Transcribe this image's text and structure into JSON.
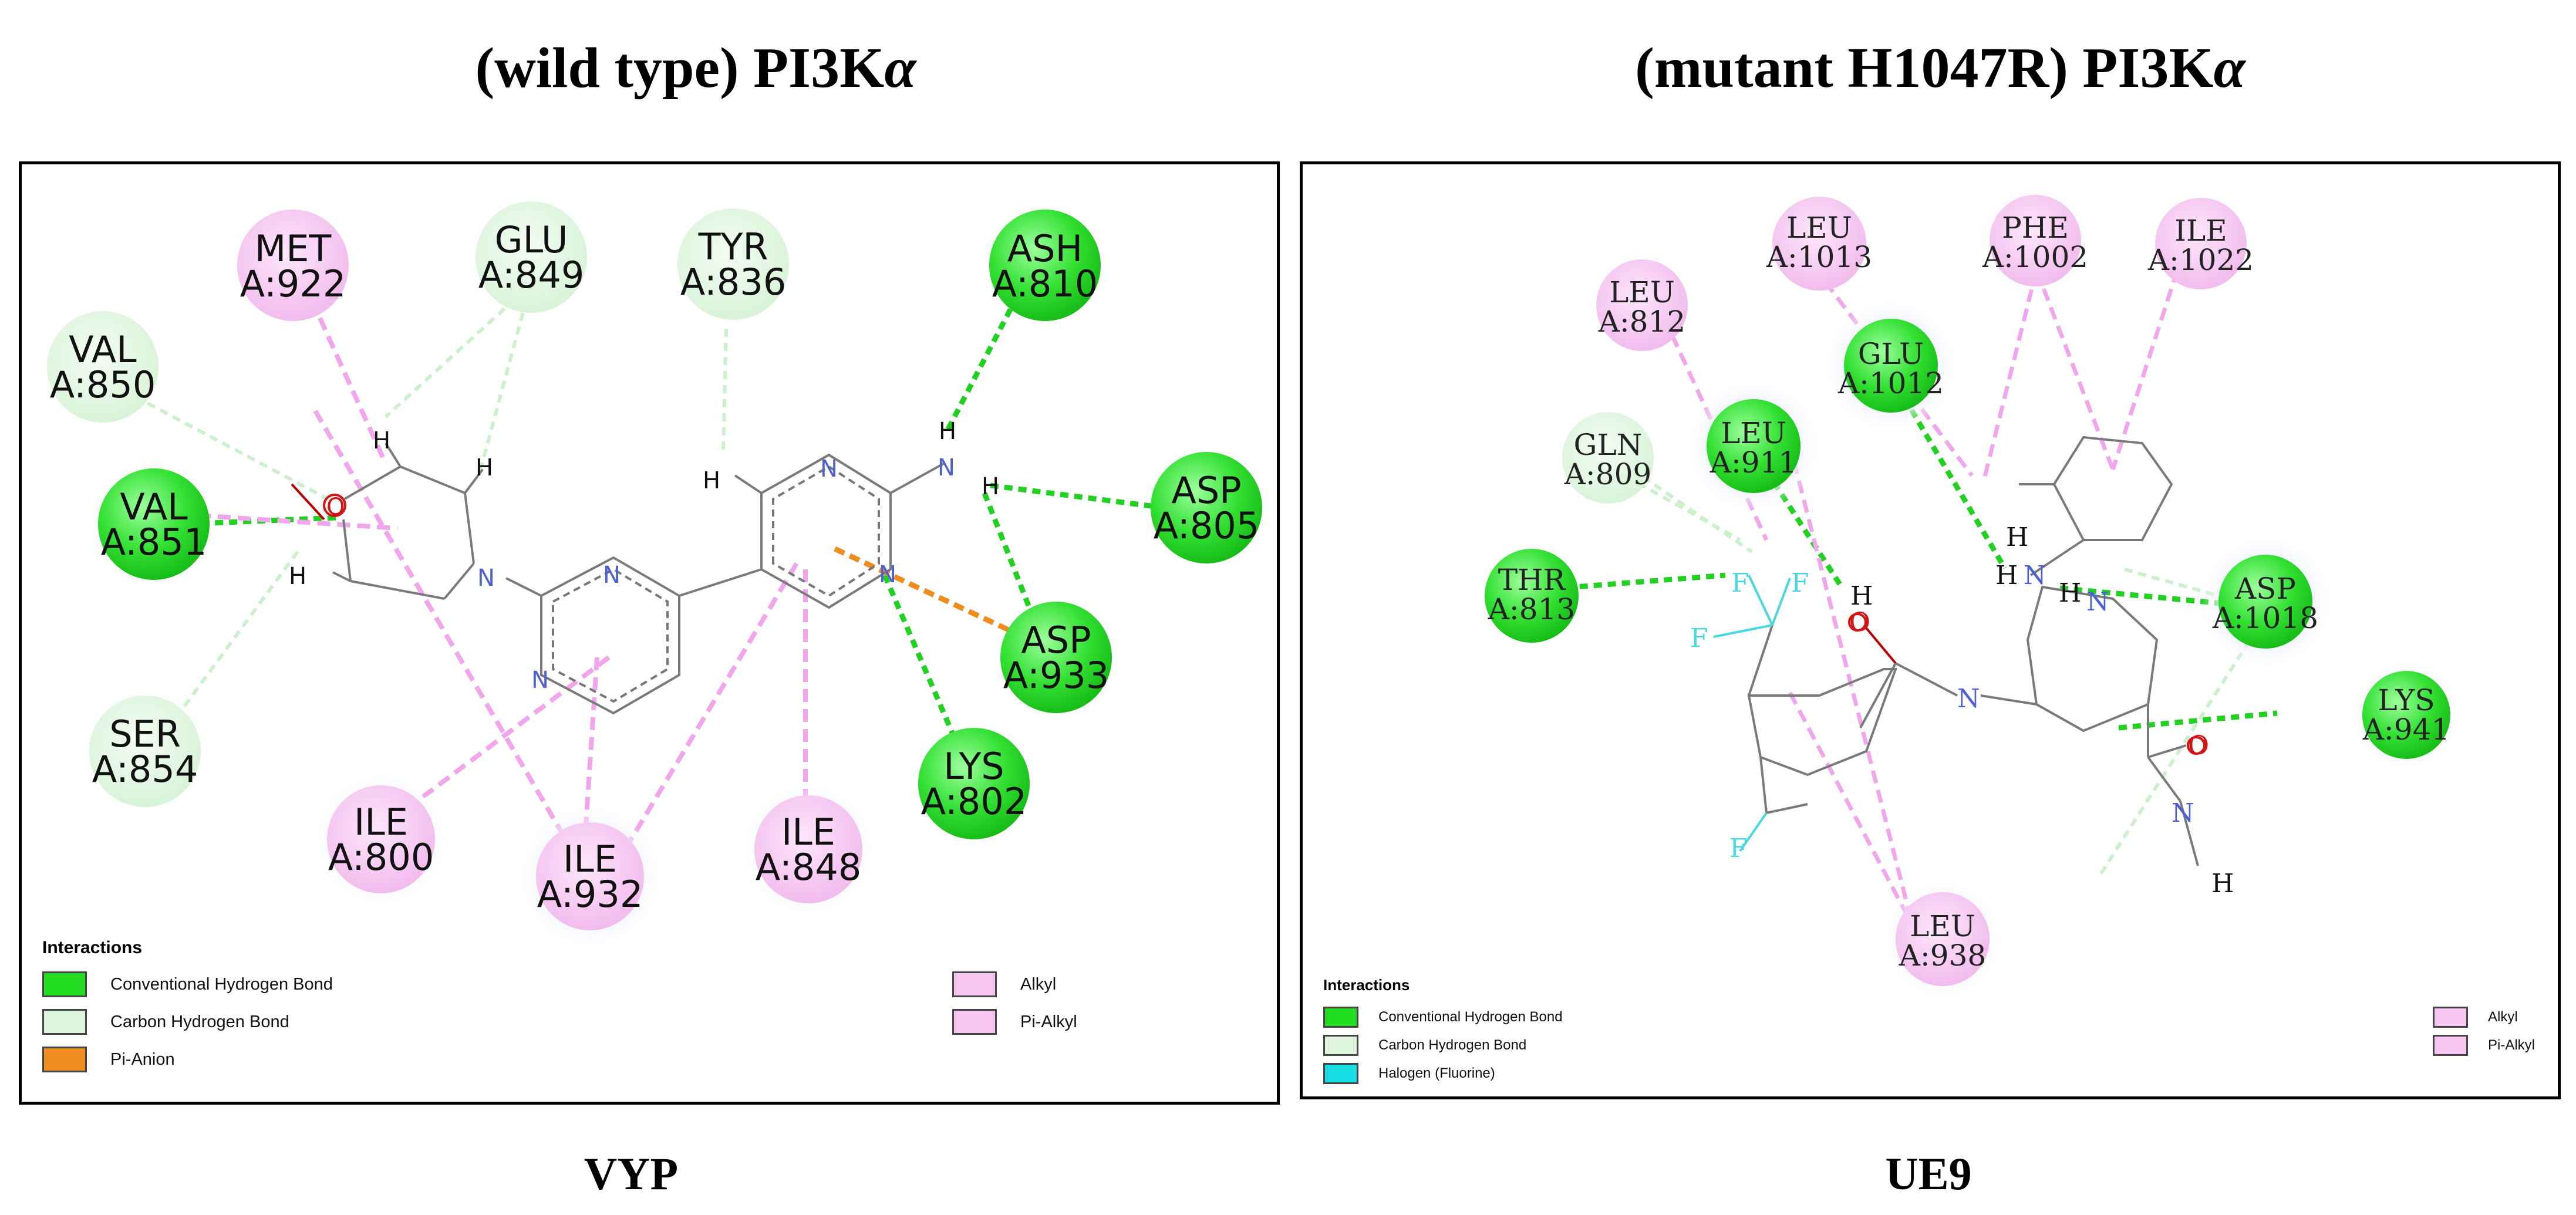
{
  "titles": {
    "left_prefix": "(wild type) PI3K",
    "left_greek": "α",
    "right_prefix": "(mutant H1047R) PI3K",
    "right_greek": "α"
  },
  "captions": {
    "left": "VYP",
    "right": "UE9"
  },
  "colors": {
    "conventional_hb": "#22dd22",
    "carbon_hb": "#dcf5dc",
    "pi_anion": "#ef8c1e",
    "alkyl": "#f7c5f2",
    "halogen": "#17dde3",
    "bond_gray": "#7a7a7a",
    "nitrogen": "#4d5fd4",
    "oxygen": "#d21414"
  },
  "left_panel": {
    "residues": [
      {
        "name": "MET",
        "id": "A:922",
        "kind": "alkyl"
      },
      {
        "name": "GLU",
        "id": "A:849",
        "kind": "carbon"
      },
      {
        "name": "TYR",
        "id": "A:836",
        "kind": "carbon"
      },
      {
        "name": "ASH",
        "id": "A:810",
        "kind": "conventional"
      },
      {
        "name": "VAL",
        "id": "A:850",
        "kind": "carbon"
      },
      {
        "name": "VAL",
        "id": "A:851",
        "kind": "conventional"
      },
      {
        "name": "ASP",
        "id": "A:805",
        "kind": "conventional"
      },
      {
        "name": "ASP",
        "id": "A:933",
        "kind": "conventional"
      },
      {
        "name": "SER",
        "id": "A:854",
        "kind": "carbon"
      },
      {
        "name": "LYS",
        "id": "A:802",
        "kind": "conventional"
      },
      {
        "name": "ILE",
        "id": "A:800",
        "kind": "alkyl"
      },
      {
        "name": "ILE",
        "id": "A:932",
        "kind": "alkyl"
      },
      {
        "name": "ILE",
        "id": "A:848",
        "kind": "alkyl"
      }
    ],
    "atoms": {
      "o": "O",
      "n": "N",
      "h": "H"
    },
    "legend": {
      "title": "Interactions",
      "items_left": [
        "Conventional Hydrogen Bond",
        "Carbon Hydrogen Bond",
        "Pi-Anion"
      ],
      "items_right": [
        "Alkyl",
        "Pi-Alkyl"
      ]
    }
  },
  "right_panel": {
    "residues": [
      {
        "name": "LEU",
        "id": "A:1013",
        "kind": "alkyl"
      },
      {
        "name": "PHE",
        "id": "A:1002",
        "kind": "alkyl"
      },
      {
        "name": "ILE",
        "id": "A:1022",
        "kind": "alkyl"
      },
      {
        "name": "LEU",
        "id": "A:812",
        "kind": "alkyl"
      },
      {
        "name": "GLU",
        "id": "A:1012",
        "kind": "conventional"
      },
      {
        "name": "GLN",
        "id": "A:809",
        "kind": "carbon"
      },
      {
        "name": "LEU",
        "id": "A:911",
        "kind": "conventional"
      },
      {
        "name": "THR",
        "id": "A:813",
        "kind": "conventional"
      },
      {
        "name": "ASP",
        "id": "A:1018",
        "kind": "conventional"
      },
      {
        "name": "LYS",
        "id": "A:941",
        "kind": "conventional"
      },
      {
        "name": "LEU",
        "id": "A:938",
        "kind": "alkyl"
      }
    ],
    "atoms": {
      "o": "O",
      "n": "N",
      "h": "H",
      "f": "F"
    },
    "legend": {
      "title": "Interactions",
      "items_left": [
        "Conventional Hydrogen Bond",
        "Carbon Hydrogen Bond",
        "Halogen (Fluorine)"
      ],
      "items_right": [
        "Alkyl",
        "Pi-Alkyl"
      ]
    }
  }
}
